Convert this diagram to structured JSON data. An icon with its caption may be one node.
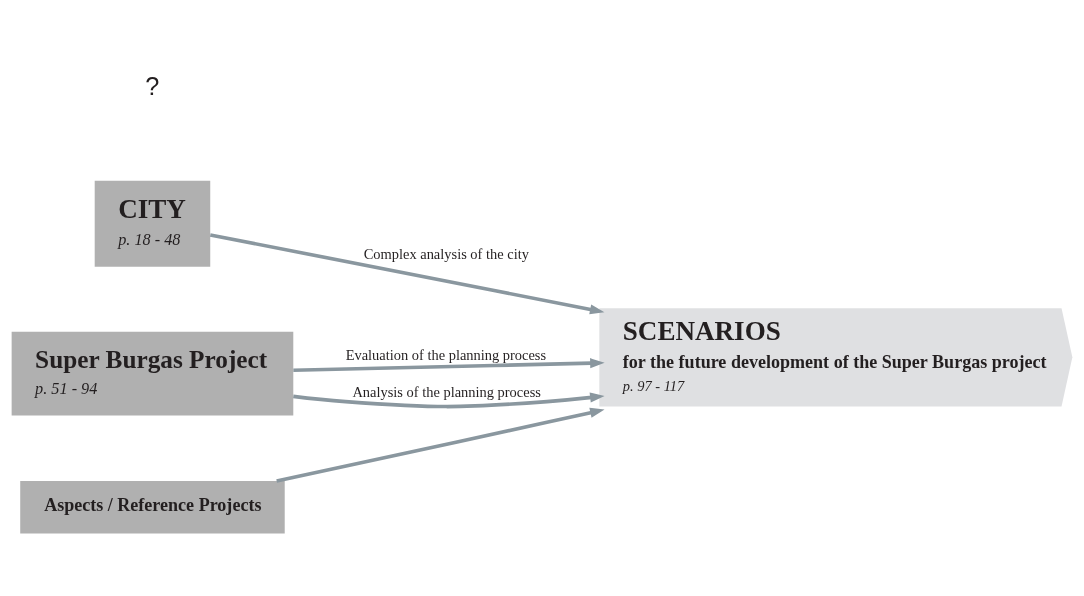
{
  "diagram": {
    "nodes": [
      {
        "text": [
          "CITY",
          "p. 18 - 48"
        ]
      },
      {
        "text": [
          "Super Burgas Project",
          "p. 51 - 94"
        ]
      },
      {
        "text": [
          "SCENARIOS",
          "for the future development of the Super Burgas project",
          "p. 97 - 117"
        ]
      },
      {
        "text": [
          "Aspects / Reference Projects"
        ]
      }
    ],
    "edges": [
      {
        "from": 0,
        "to": 2,
        "arrow": "to",
        "label": "Complex analysis of the city"
      },
      {
        "from": 1,
        "to": 2,
        "arrow": "to",
        "label": "Evaluation of the planning process"
      },
      {
        "from": 1,
        "to": 2,
        "arrow": "to",
        "label": "Analysis of the planning process"
      },
      {
        "from": 3,
        "to": 2,
        "arrow": "to"
      }
    ],
    "labels": [
      "?"
    ]
  }
}
